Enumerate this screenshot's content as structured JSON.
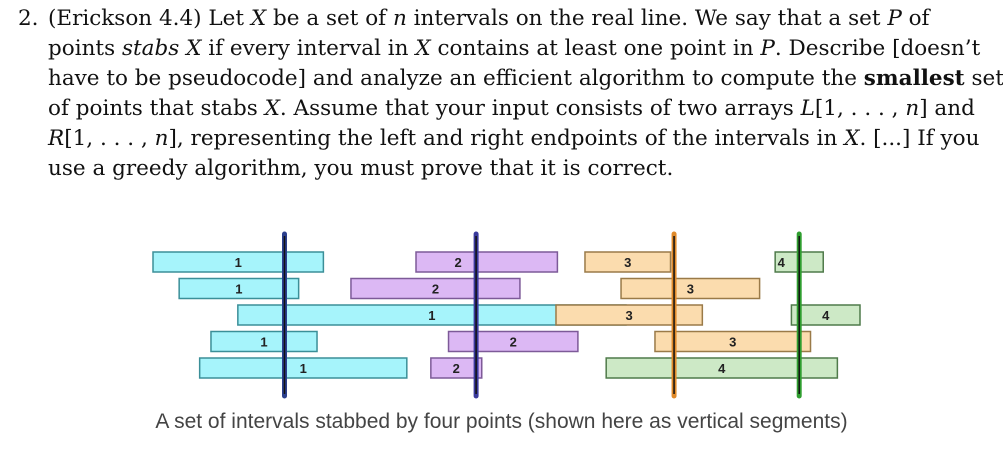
{
  "problem": {
    "number": "2.",
    "lines": [
      [
        "(Erickson 4.4) Let ",
        {
          "i": "X"
        },
        " be a set of ",
        {
          "i": "n"
        },
        " intervals on the real line. We say that a set ",
        {
          "i": "P"
        },
        " of"
      ],
      [
        "points ",
        {
          "i": "stabs"
        },
        " ",
        {
          "i": "X"
        },
        " if every interval in ",
        {
          "i": "X"
        },
        " contains at least one point in ",
        {
          "i": "P"
        },
        ". Describe [doesn’t"
      ],
      [
        "have to be pseudocode] and analyze an efficient algorithm to compute the ",
        {
          "b": "smallest"
        },
        " set"
      ],
      [
        "of points that stabs ",
        {
          "i": "X"
        },
        ". Assume that your input consists of two arrays ",
        {
          "i": "L"
        },
        "[1, . . . , ",
        {
          "i": "n"
        },
        "] and"
      ],
      [
        {
          "i": "R"
        },
        "[1, . . . , ",
        {
          "i": "n"
        },
        "], representing the left and right endpoints of the intervals in ",
        {
          "i": "X"
        },
        ". [...] If you"
      ],
      [
        "use a greedy algorithm, you must prove that it is correct."
      ]
    ]
  },
  "figure": {
    "groups": [
      {
        "label": "1",
        "fill": "#a6f4fb",
        "stroke": "#3b8f98",
        "stab": "#2b3f8c"
      },
      {
        "label": "2",
        "fill": "#dcb8f4",
        "stroke": "#7d5a98",
        "stab": "#3a3a9c"
      },
      {
        "label": "3",
        "fill": "#fbdcae",
        "stroke": "#9a7a48",
        "stab": "#e08a2a"
      },
      {
        "label": "4",
        "fill": "#cde9c6",
        "stroke": "#4f7a4a",
        "stab": "#2f9e2f"
      }
    ],
    "intervals": [
      {
        "group": 1,
        "row": 0,
        "left": 0.0,
        "right": 0.241,
        "label": "1"
      },
      {
        "group": 1,
        "row": 1,
        "left": 0.037,
        "right": 0.206,
        "label": "1"
      },
      {
        "group": 1,
        "row": 2,
        "left": 0.12,
        "right": 0.669,
        "label": "1"
      },
      {
        "group": 1,
        "row": 3,
        "left": 0.082,
        "right": 0.232,
        "label": "1"
      },
      {
        "group": 1,
        "row": 4,
        "left": 0.066,
        "right": 0.359,
        "label": "1"
      },
      {
        "group": 2,
        "row": 0,
        "left": 0.372,
        "right": 0.572,
        "label": "2"
      },
      {
        "group": 2,
        "row": 1,
        "left": 0.28,
        "right": 0.519,
        "label": "2"
      },
      {
        "group": 2,
        "row": 3,
        "left": 0.418,
        "right": 0.601,
        "label": "2"
      },
      {
        "group": 2,
        "row": 4,
        "left": 0.393,
        "right": 0.465,
        "label": "2"
      },
      {
        "group": 3,
        "row": 0,
        "left": 0.611,
        "right": 0.732,
        "label": "3"
      },
      {
        "group": 3,
        "row": 1,
        "left": 0.662,
        "right": 0.858,
        "label": "3"
      },
      {
        "group": 3,
        "row": 2,
        "left": 0.57,
        "right": 0.777,
        "label": "3"
      },
      {
        "group": 3,
        "row": 3,
        "left": 0.71,
        "right": 0.93,
        "label": "3"
      },
      {
        "group": 4,
        "row": 0,
        "left": 0.88,
        "right": 0.948,
        "label": "4"
      },
      {
        "group": 4,
        "row": 2,
        "left": 0.903,
        "right": 1.0,
        "label": "4"
      },
      {
        "group": 4,
        "row": 4,
        "left": 0.641,
        "right": 0.968,
        "label": "4"
      }
    ],
    "stabs": [
      {
        "group": 1,
        "pos": 0.186
      },
      {
        "group": 2,
        "pos": 0.457
      },
      {
        "group": 3,
        "pos": 0.737
      },
      {
        "group": 4,
        "pos": 0.914
      }
    ]
  },
  "caption": "A set of intervals stabbed by four points (shown here as vertical segments)"
}
